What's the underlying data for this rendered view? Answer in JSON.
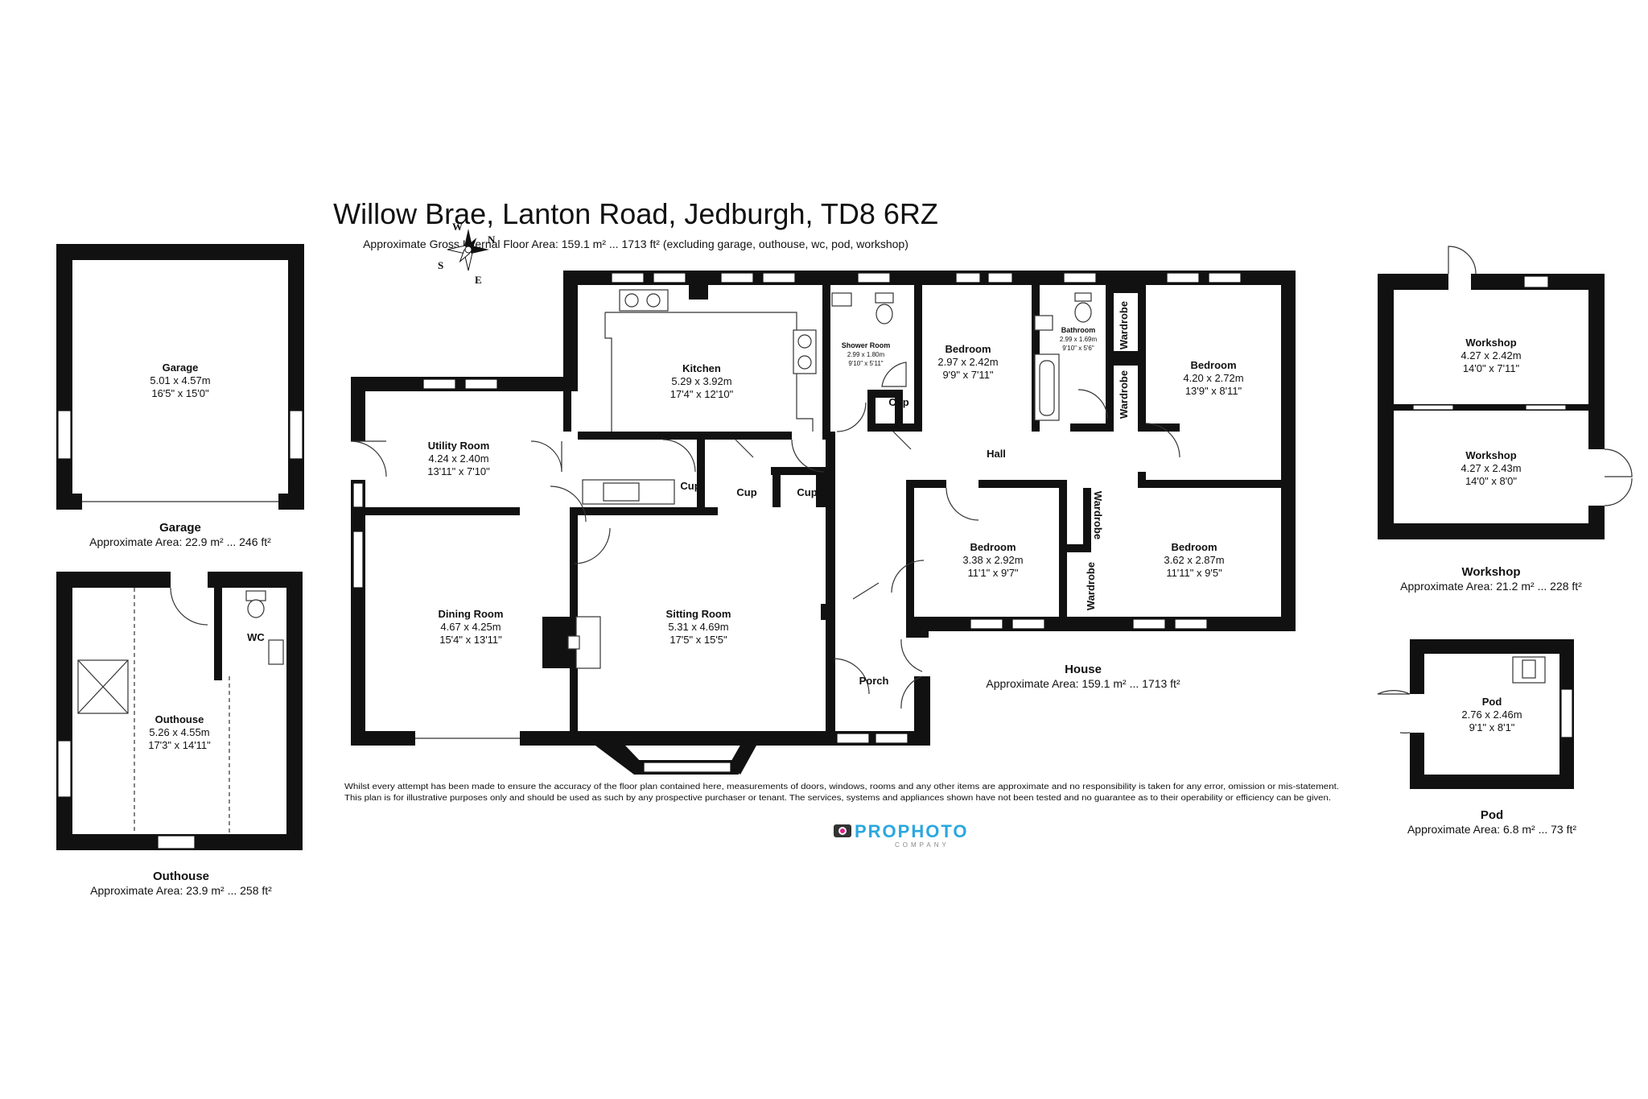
{
  "header": {
    "title": "Willow Brae, Lanton Road, Jedburgh, TD8 6RZ",
    "subtitle": "Approximate Gross Internal Floor Area: 159.1 m² ... 1713 ft² (excluding garage, outhouse, wc, pod, workshop)"
  },
  "compass": {
    "w": "W",
    "n": "N",
    "s": "S",
    "e": "E"
  },
  "garage": {
    "room": {
      "name": "Garage",
      "metric": "5.01 x 4.57m",
      "imperial": "16'5\" x 15'0\""
    },
    "label": "Garage",
    "area": "Approximate Area: 22.9 m² ... 246 ft²"
  },
  "outhouse": {
    "room": {
      "name": "Outhouse",
      "metric": "5.26 x 4.55m",
      "imperial": "17'3\" x 14'11\""
    },
    "wc": "WC",
    "label": "Outhouse",
    "area": "Approximate Area: 23.9 m² ... 258 ft²"
  },
  "house": {
    "kitchen": {
      "name": "Kitchen",
      "metric": "5.29 x 3.92m",
      "imperial": "17'4\" x 12'10\""
    },
    "utility": {
      "name": "Utility Room",
      "metric": "4.24 x 2.40m",
      "imperial": "13'11\" x 7'10\""
    },
    "dining": {
      "name": "Dining Room",
      "metric": "4.67 x 4.25m",
      "imperial": "15'4\" x 13'11\""
    },
    "sitting": {
      "name": "Sitting Room",
      "metric": "5.31 x 4.69m",
      "imperial": "17'5\" x 15'5\""
    },
    "shower": {
      "name": "Shower Room",
      "metric": "2.99 x 1.80m",
      "imperial": "9'10\" x 5'11\""
    },
    "bedroom1": {
      "name": "Bedroom",
      "metric": "2.97 x 2.42m",
      "imperial": "9'9\" x 7'11\""
    },
    "bathroom": {
      "name": "Bathroom",
      "metric": "2.99 x 1.69m",
      "imperial": "9'10\" x 5'6\""
    },
    "bedroom2": {
      "name": "Bedroom",
      "metric": "4.20 x 2.72m",
      "imperial": "13'9\" x 8'11\""
    },
    "bedroom3": {
      "name": "Bedroom",
      "metric": "3.38 x 2.92m",
      "imperial": "11'1\" x 9'7\""
    },
    "bedroom4": {
      "name": "Bedroom",
      "metric": "3.62 x 2.87m",
      "imperial": "11'11\" x 9'5\""
    },
    "hall": "Hall",
    "porch": "Porch",
    "cup": "Cup",
    "wardrobe": "Wardrobe",
    "label": "House",
    "area": "Approximate Area: 159.1 m² ... 1713 ft²"
  },
  "workshop": {
    "room1": {
      "name": "Workshop",
      "metric": "4.27 x 2.42m",
      "imperial": "14'0\" x 7'11\""
    },
    "room2": {
      "name": "Workshop",
      "metric": "4.27 x 2.43m",
      "imperial": "14'0\" x 8'0\""
    },
    "label": "Workshop",
    "area": "Approximate Area: 21.2 m² ... 228 ft²"
  },
  "pod": {
    "room": {
      "name": "Pod",
      "metric": "2.76 x 2.46m",
      "imperial": "9'1\" x 8'1\""
    },
    "label": "Pod",
    "area": "Approximate Area: 6.8 m² ... 73 ft²"
  },
  "disclaimer": {
    "line1": "Whilst every attempt has been made to ensure the accuracy of the floor plan contained here, measurements of doors, windows, rooms and any other items are approximate and no responsibility is taken for any error, omission or mis-statement.",
    "line2": "This plan is for illustrative purposes only and should be used as such by any prospective purchaser or tenant. The services, systems and appliances shown have not been tested and no guarantee as to their operability or efficiency can be given."
  },
  "logo": {
    "main": "PROPHOTO",
    "sub": "COMPANY",
    "brand_color": "#2aa7e0",
    "accent_color": "#e0208a"
  }
}
